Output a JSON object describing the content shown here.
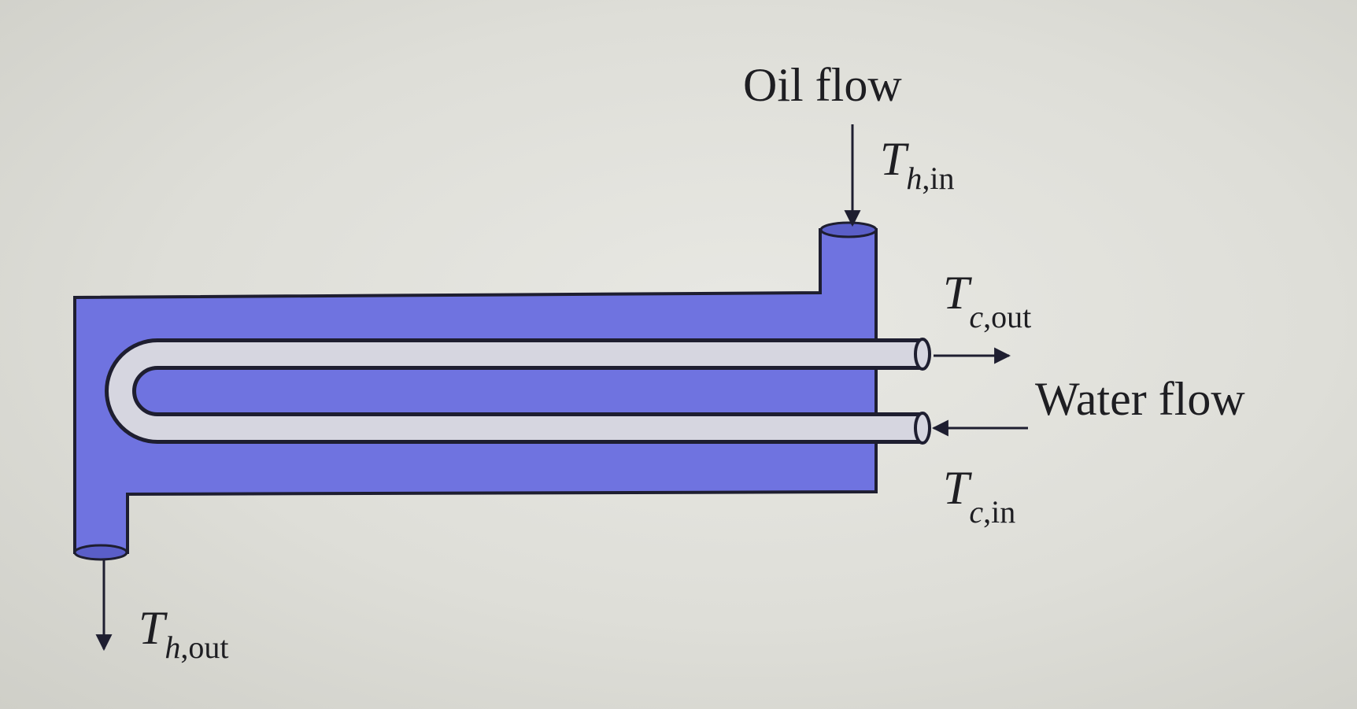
{
  "labels": {
    "oil_flow": "Oil flow",
    "water_flow": "Water flow",
    "t_symbol": "T",
    "h_in": {
      "sub_italic": "h",
      "sub_rest": ",in"
    },
    "h_out": {
      "sub_italic": "h",
      "sub_rest": ",out"
    },
    "c_out": {
      "sub_italic": "c",
      "sub_rest": ",out"
    },
    "c_in": {
      "sub_italic": "c",
      "sub_rest": ",in"
    }
  },
  "colors": {
    "shell": "#6f73e0",
    "tube": "#d6d6e0",
    "outline": "#1e1e30",
    "background": "#e2e2dc"
  }
}
